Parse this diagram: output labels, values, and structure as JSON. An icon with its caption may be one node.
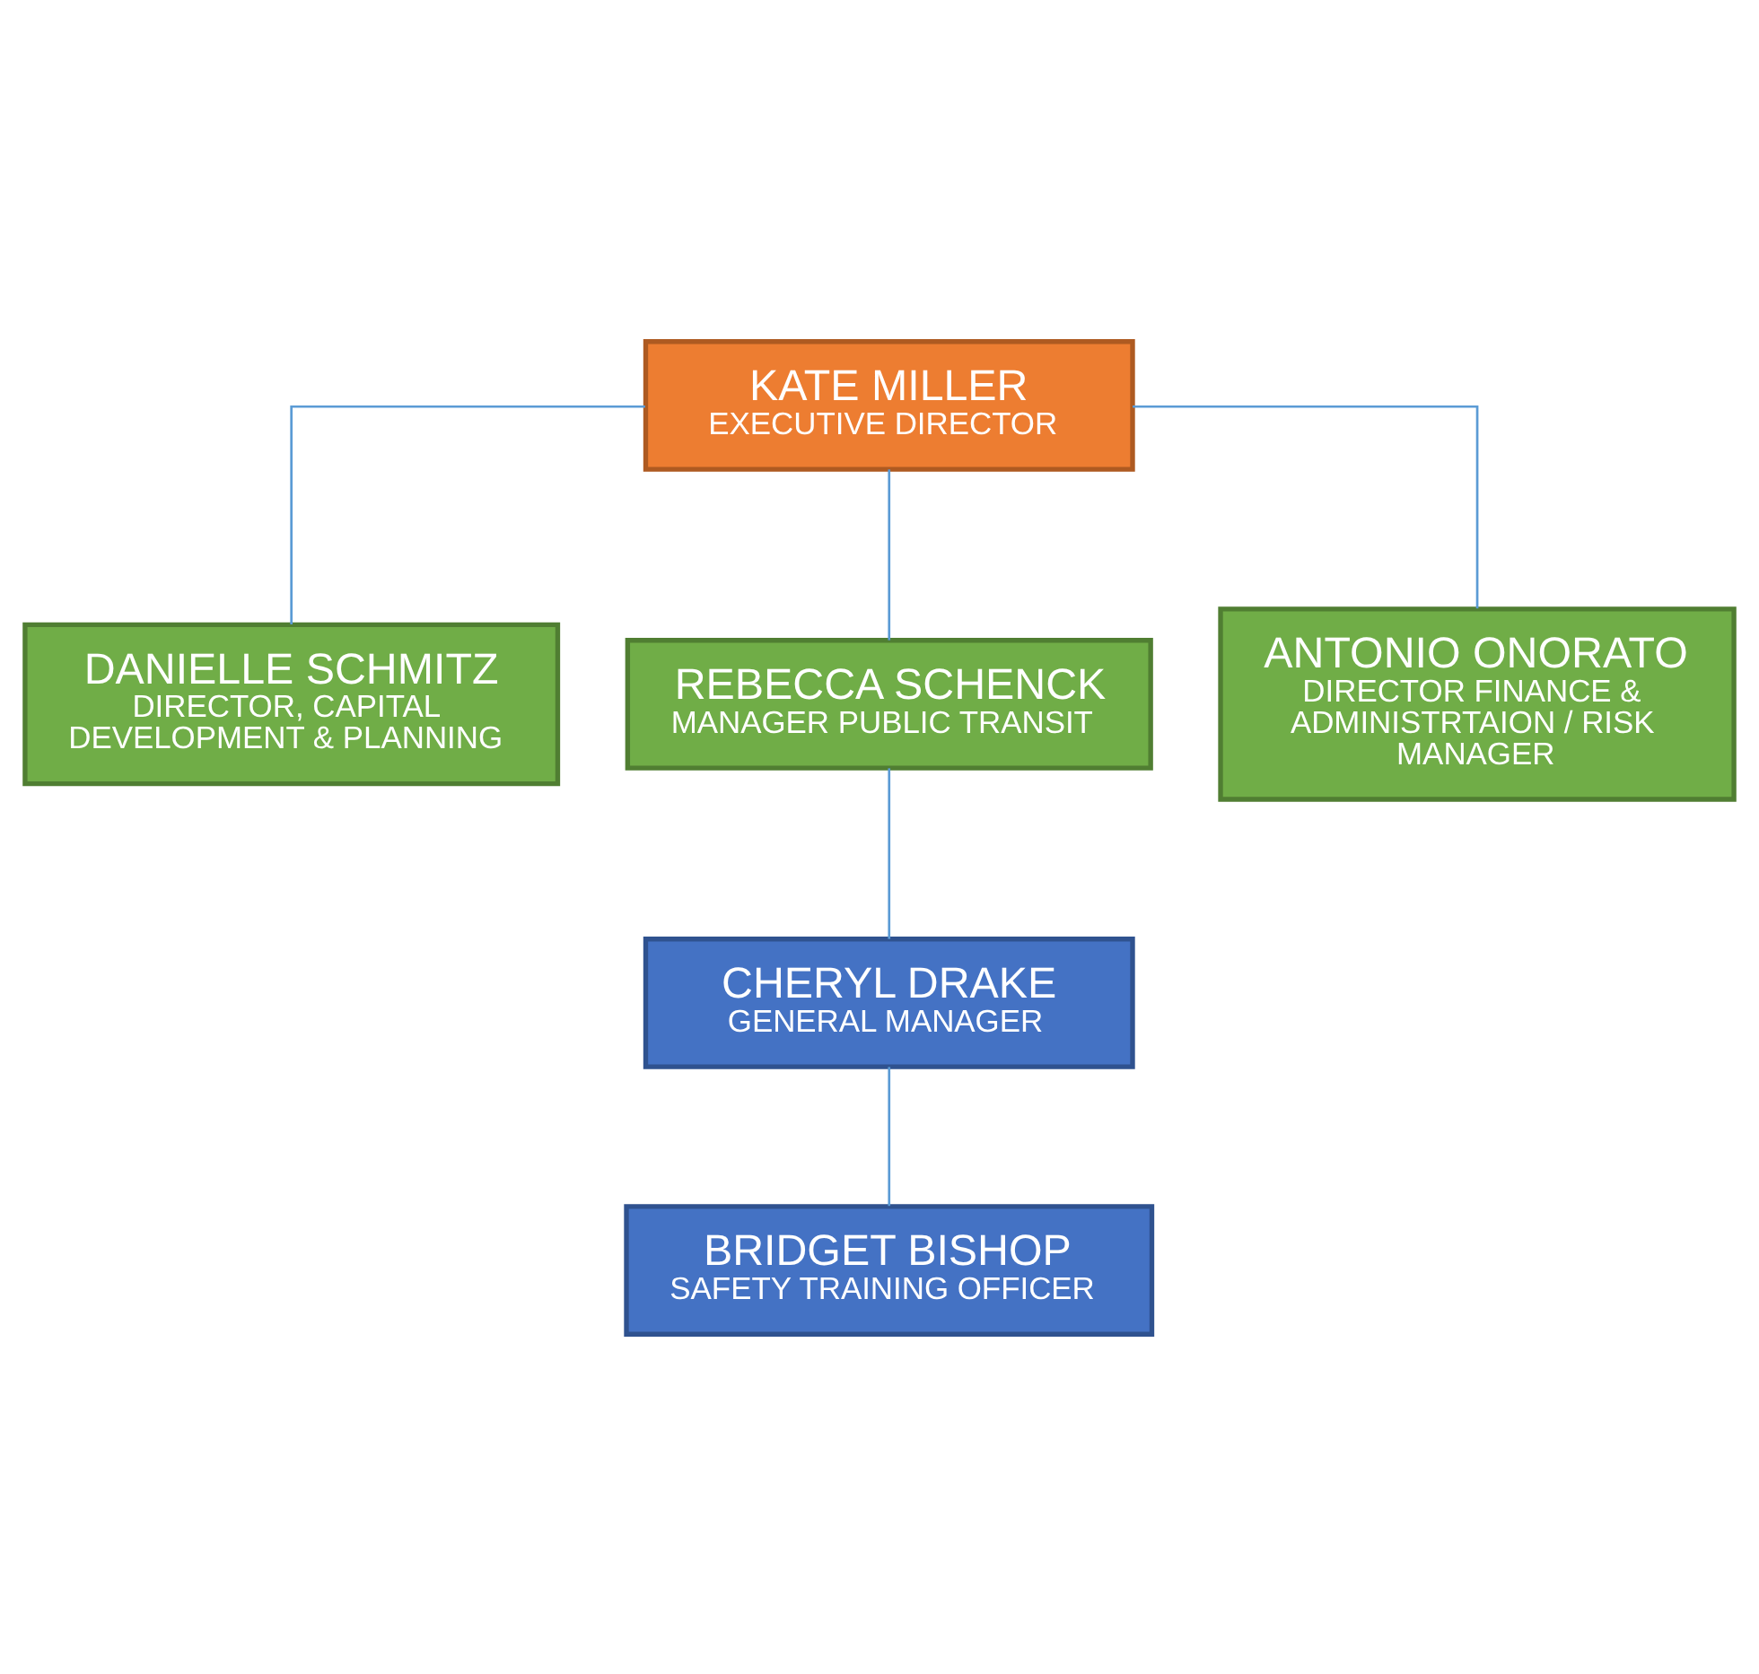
{
  "diagram": {
    "nodes": [
      {
        "text": [
          "KATE MILLER",
          "EXECUTIVE DIRECTOR"
        ]
      },
      {
        "text": [
          "DANIELLE SCHMITZ",
          "DIRECTOR, CAPITAL DEVELOPMENT & PLANNING"
        ]
      },
      {
        "text": [
          "REBECCA SCHENCK",
          "MANAGER PUBLIC TRANSIT"
        ]
      },
      {
        "text": [
          "ANTONIO ONORATO",
          "DIRECTOR FINANCE & ADMINISTRTAION / RISK MANAGER"
        ]
      },
      {
        "text": [
          "CHERYL DRAKE",
          "GENERAL MANAGER"
        ]
      },
      {
        "text": [
          "BRIDGET BISHOP",
          "SAFETY TRAINING OFFICER"
        ]
      }
    ],
    "edges": [
      {
        "from": 0,
        "to": 1,
        "arrow": "none"
      },
      {
        "from": 0,
        "to": 2,
        "arrow": "none"
      },
      {
        "from": 0,
        "to": 3,
        "arrow": "none"
      },
      {
        "from": 2,
        "to": 4,
        "arrow": "none"
      },
      {
        "from": 4,
        "to": 5,
        "arrow": "none"
      }
    ]
  }
}
